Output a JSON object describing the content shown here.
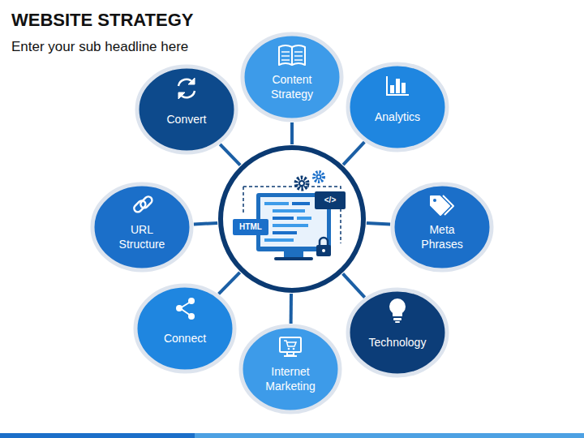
{
  "diagram": {
    "title": "WEBSITE STRATEGY",
    "nodes": [
      {
        "text": [
          "</>",
          "HTML"
        ]
      },
      {
        "text": [
          "Content Strategy"
        ]
      },
      {
        "text": [
          "Analytics"
        ]
      },
      {
        "text": [
          "Meta Phrases"
        ]
      },
      {
        "text": [
          "Technology"
        ]
      },
      {
        "text": [
          "Internet Marketing"
        ]
      },
      {
        "text": [
          "Connect"
        ]
      },
      {
        "text": [
          "URL Structure"
        ]
      },
      {
        "text": [
          "Convert"
        ]
      }
    ],
    "edges": [
      {
        "from": 0,
        "to": 1,
        "arrow": "none"
      },
      {
        "from": 0,
        "to": 2,
        "arrow": "none"
      },
      {
        "from": 0,
        "to": 3,
        "arrow": "none"
      },
      {
        "from": 0,
        "to": 4,
        "arrow": "none"
      },
      {
        "from": 0,
        "to": 5,
        "arrow": "none"
      },
      {
        "from": 0,
        "to": 6,
        "arrow": "none"
      },
      {
        "from": 0,
        "to": 7,
        "arrow": "none"
      },
      {
        "from": 0,
        "to": 8,
        "arrow": "none"
      }
    ],
    "labels": [
      "Enter your sub headline here"
    ]
  }
}
